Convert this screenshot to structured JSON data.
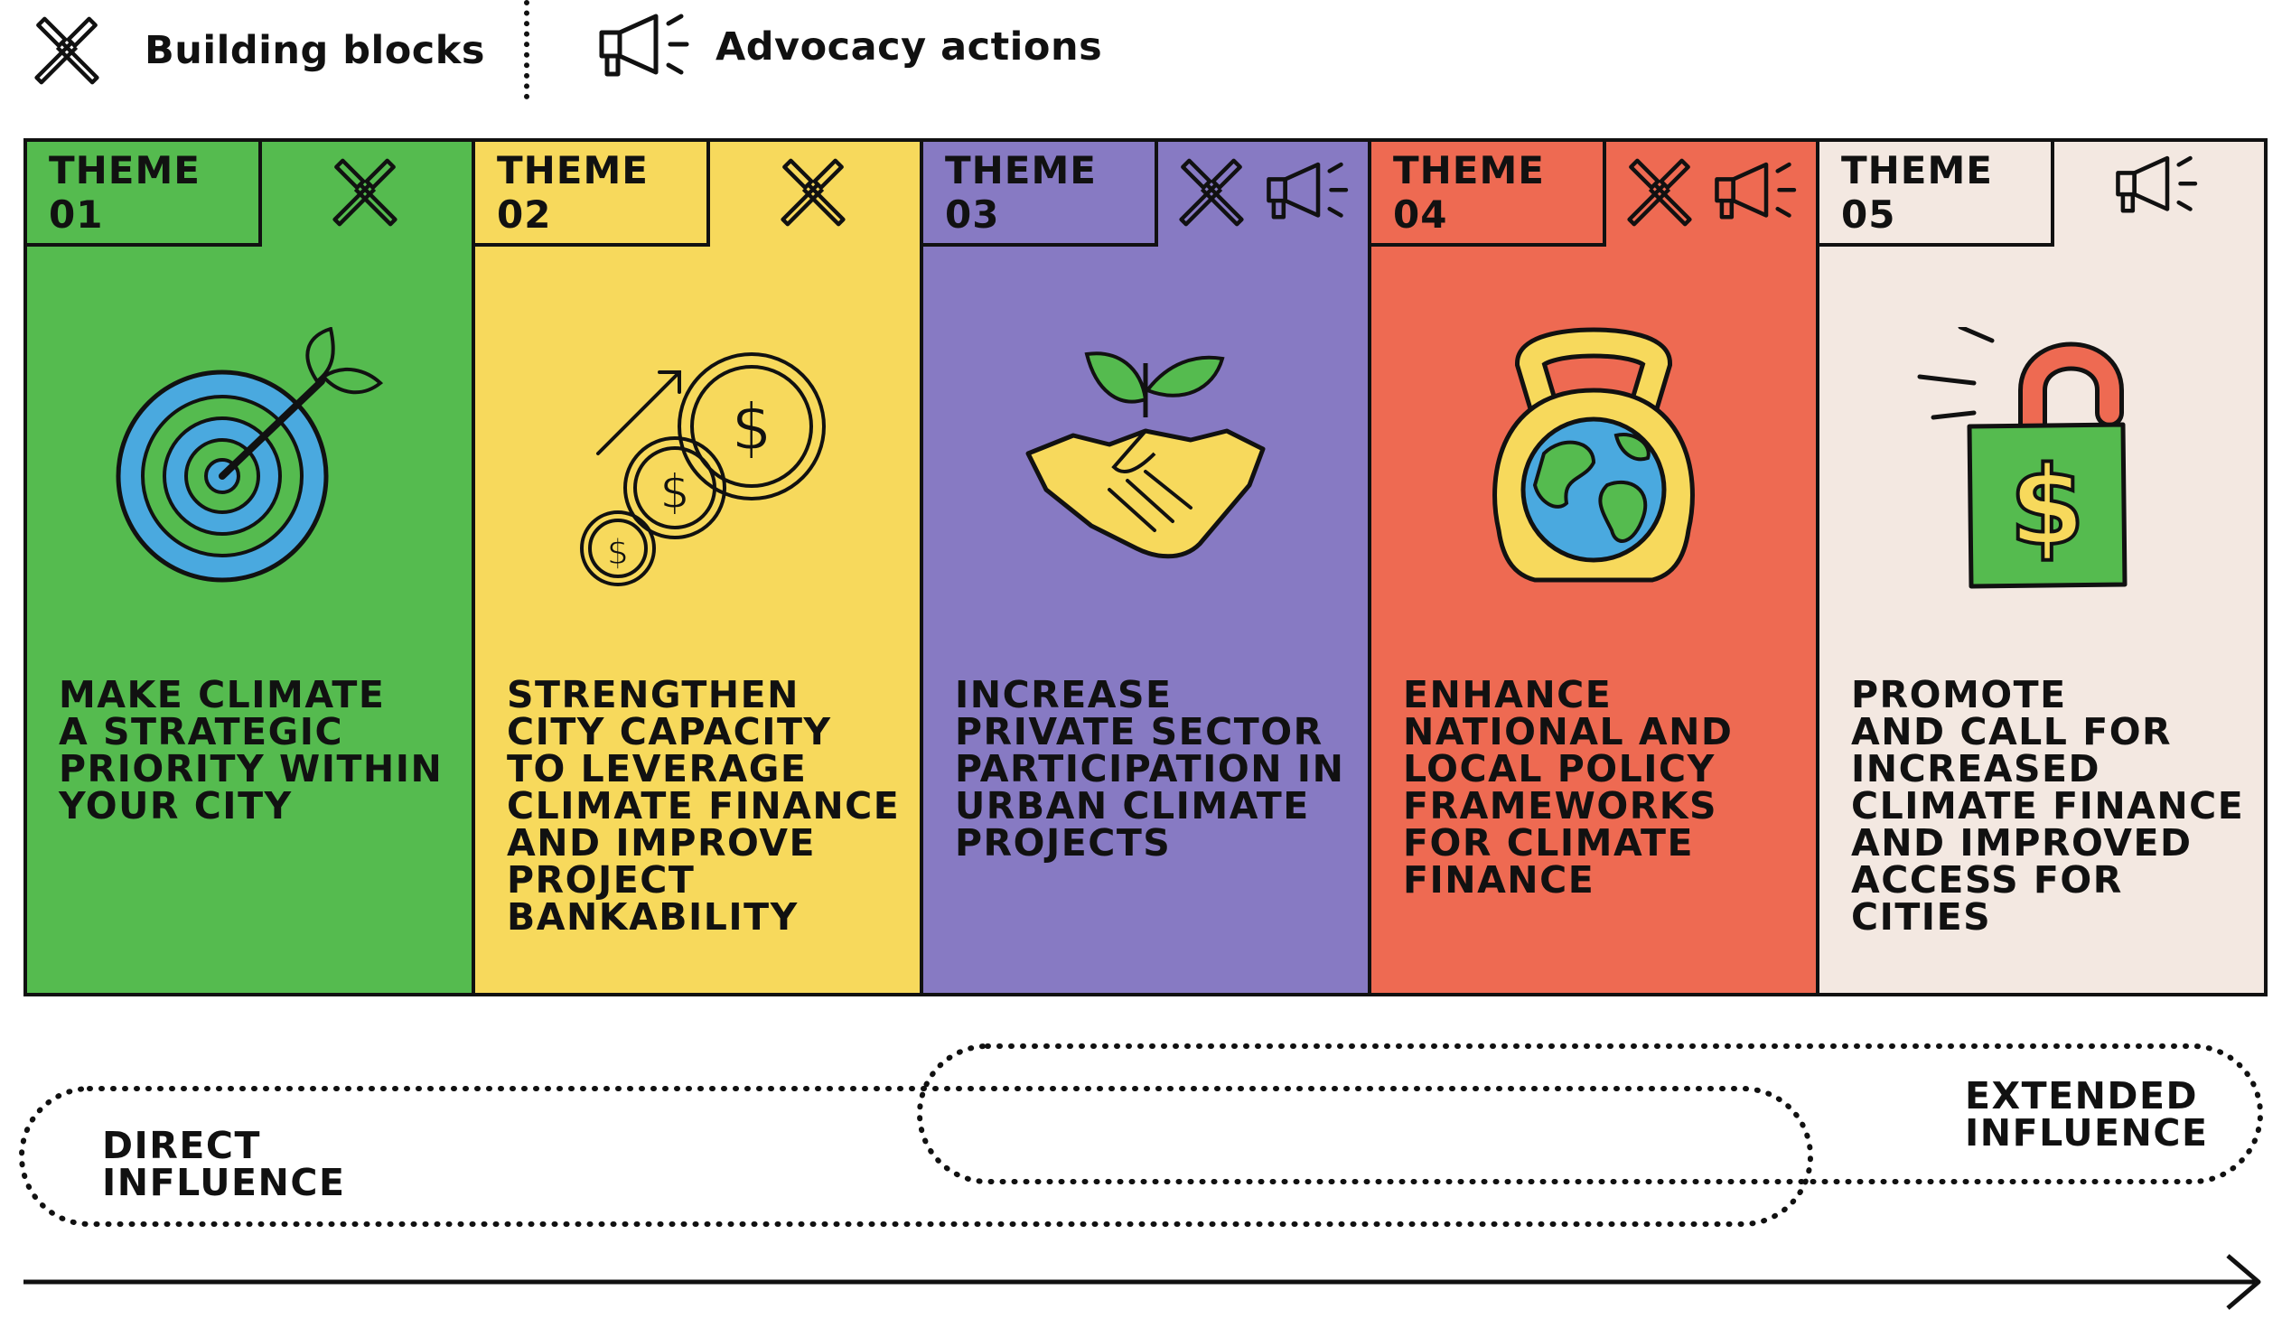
{
  "legend": {
    "building_blocks": {
      "label": "Building blocks",
      "icon": "crossed-hammers-icon"
    },
    "advocacy_actions": {
      "label": "Advocacy actions",
      "icon": "megaphone-icon"
    }
  },
  "themes": [
    {
      "tab": "THEME 01",
      "color": "#55BB4F",
      "tab_color": "#55BB4F",
      "icons": [
        "crossed-hammers-icon"
      ],
      "illustration": "target-dart-icon",
      "text": "MAKE CLIMATE\nA STRATEGIC\nPRIORITY WITHIN\nYOUR CITY"
    },
    {
      "tab": "THEME 02",
      "color": "#F7D95C",
      "tab_color": "#F7D95C",
      "icons": [
        "crossed-hammers-icon"
      ],
      "illustration": "coins-growth-icon",
      "text": "STRENGTHEN\nCITY CAPACITY\nTO LEVERAGE\nCLIMATE FINANCE\nAND IMPROVE\nPROJECT\nBANKABILITY"
    },
    {
      "tab": "THEME 03",
      "color": "#877AC3",
      "tab_color": "#877AC3",
      "icons": [
        "crossed-hammers-icon",
        "megaphone-icon"
      ],
      "illustration": "handshake-plant-icon",
      "text": "INCREASE\nPRIVATE SECTOR\nPARTICIPATION IN\nURBAN CLIMATE\nPROJECTS"
    },
    {
      "tab": "THEME 04",
      "color": "#EE6A52",
      "tab_color": "#EE6A52",
      "icons": [
        "crossed-hammers-icon",
        "megaphone-icon"
      ],
      "illustration": "globe-kettlebell-icon",
      "text": "ENHANCE\nNATIONAL AND\nLOCAL POLICY\nFRAMEWORKS\nFOR CLIMATE\nFINANCE"
    },
    {
      "tab": "THEME 05",
      "color": "#F3E8E1",
      "tab_color": "#F3E8E1",
      "icons": [
        "megaphone-icon"
      ],
      "illustration": "unlocked-padlock-dollar-icon",
      "text": "PROMOTE\nAND CALL FOR\nINCREASED\nCLIMATE FINANCE\nAND IMPROVED\nACCESS FOR\nCITIES"
    }
  ],
  "influence": {
    "direct": "DIRECT\nINFLUENCE",
    "extended": "EXTENDED\nINFLUENCE"
  }
}
